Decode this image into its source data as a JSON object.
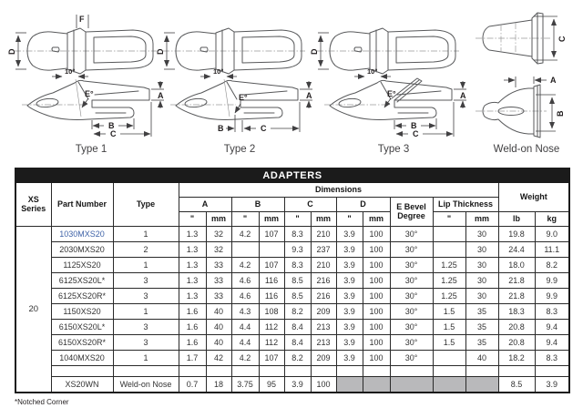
{
  "figures": [
    {
      "label": "Type 1",
      "dims": {
        "d": "D",
        "f": "F",
        "angle": "10°",
        "e": "E°",
        "a": "A",
        "b": "B",
        "c": "C"
      }
    },
    {
      "label": "Type 2",
      "dims": {
        "d": "D",
        "angle": "10°",
        "e": "E°",
        "a": "A",
        "b": "B",
        "c": "C"
      }
    },
    {
      "label": "Type 3",
      "dims": {
        "d": "D",
        "angle": "10°",
        "e": "E°",
        "a": "A",
        "b": "B",
        "c": "C"
      }
    },
    {
      "label": "Weld-on Nose",
      "dims": {
        "c": "C",
        "a": "A",
        "b": "B"
      }
    }
  ],
  "table": {
    "title": "ADAPTERS",
    "header": {
      "xs_series": "XS Series",
      "part_number": "Part Number",
      "type": "Type",
      "dimensions": "Dimensions",
      "weight": "Weight",
      "dims": [
        "A",
        "B",
        "C",
        "D"
      ],
      "e_bevel": "E Bevel Degree",
      "lip": "Lip Thickness",
      "inch": "\"",
      "mm": "mm",
      "lb": "lb",
      "kg": "kg"
    },
    "series": "20",
    "rows": [
      {
        "part": "1030MXS20",
        "link": true,
        "type": "1",
        "cells": [
          "1.3",
          "32",
          "4.2",
          "107",
          "8.3",
          "210",
          "3.9",
          "100",
          "30°",
          "",
          "30"
        ],
        "weight": [
          "19.8",
          "9.0"
        ]
      },
      {
        "part": "2030MXS20",
        "type": "2",
        "cells": [
          "1.3",
          "32",
          "",
          "",
          "9.3",
          "237",
          "3.9",
          "100",
          "30°",
          "",
          "30"
        ],
        "weight": [
          "24.4",
          "11.1"
        ]
      },
      {
        "part": "1125XS20",
        "type": "1",
        "cells": [
          "1.3",
          "33",
          "4.2",
          "107",
          "8.3",
          "210",
          "3.9",
          "100",
          "30°",
          "1.25",
          "30"
        ],
        "weight": [
          "18.0",
          "8.2"
        ]
      },
      {
        "part": "6125XS20L*",
        "type": "3",
        "cells": [
          "1.3",
          "33",
          "4.6",
          "116",
          "8.5",
          "216",
          "3.9",
          "100",
          "30°",
          "1.25",
          "30"
        ],
        "weight": [
          "21.8",
          "9.9"
        ]
      },
      {
        "part": "6125XS20R*",
        "type": "3",
        "cells": [
          "1.3",
          "33",
          "4.6",
          "116",
          "8.5",
          "216",
          "3.9",
          "100",
          "30°",
          "1.25",
          "30"
        ],
        "weight": [
          "21.8",
          "9.9"
        ]
      },
      {
        "part": "1150XS20",
        "type": "1",
        "cells": [
          "1.6",
          "40",
          "4.3",
          "108",
          "8.2",
          "209",
          "3.9",
          "100",
          "30°",
          "1.5",
          "35"
        ],
        "weight": [
          "18.3",
          "8.3"
        ]
      },
      {
        "part": "6150XS20L*",
        "type": "3",
        "cells": [
          "1.6",
          "40",
          "4.4",
          "112",
          "8.4",
          "213",
          "3.9",
          "100",
          "30°",
          "1.5",
          "35"
        ],
        "weight": [
          "20.8",
          "9.4"
        ]
      },
      {
        "part": "6150XS20R*",
        "type": "3",
        "cells": [
          "1.6",
          "40",
          "4.4",
          "112",
          "8.4",
          "213",
          "3.9",
          "100",
          "30°",
          "1.5",
          "35"
        ],
        "weight": [
          "20.8",
          "9.4"
        ]
      },
      {
        "part": "1040MXS20",
        "type": "1",
        "cells": [
          "1.7",
          "42",
          "4.2",
          "107",
          "8.2",
          "209",
          "3.9",
          "100",
          "30°",
          "",
          "40"
        ],
        "weight": [
          "18.2",
          "8.3"
        ]
      },
      {
        "spacer": true
      },
      {
        "part": "XS20WN",
        "type": "Weld-on Nose",
        "cells": [
          "0.7",
          "18",
          "3.75",
          "95",
          "3.9",
          "100",
          "",
          "",
          "",
          "",
          ""
        ],
        "gray": [
          6,
          7,
          8,
          9,
          10
        ],
        "weight": [
          "8.5",
          "3.9"
        ]
      }
    ]
  },
  "footnote": "*Notched Corner",
  "colors": {
    "header_bg": "#1b1b1b",
    "link_blue": "#3f63a8",
    "disabled_cell_gray": "#b9b9bb"
  }
}
